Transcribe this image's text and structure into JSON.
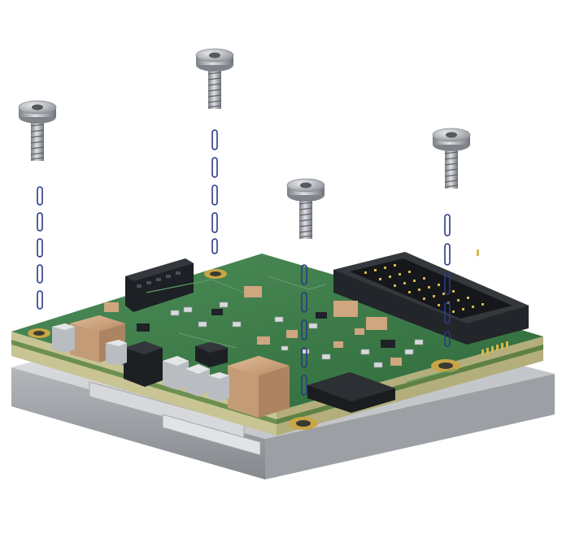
{
  "scene": {
    "subject": "pcb-module-exploded-assembly",
    "background_color": "#ffffff",
    "colors": {
      "pcb_green": "#3f7f4c",
      "pcb_green_dark": "#2b5c36",
      "pcb_edge": "#c9c79a",
      "baseplate": "#c7c9cc",
      "baseplate_dark": "#9a9ea3",
      "component_tan": "#d2aa86",
      "component_black": "#1f2226",
      "screw_metal": "#a9adb2",
      "guide_line": "#2a3a86",
      "gold_pin": "#d8b74a"
    },
    "screws": [
      {
        "name": "screw-left"
      },
      {
        "name": "screw-back-left"
      },
      {
        "name": "screw-center"
      },
      {
        "name": "screw-right"
      }
    ]
  }
}
